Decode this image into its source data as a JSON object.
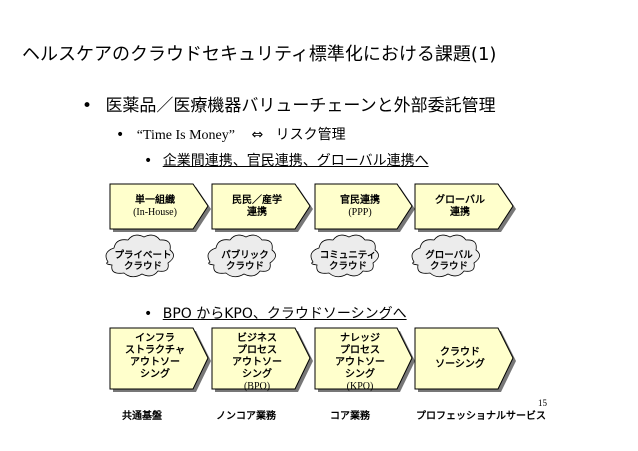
{
  "slide": {
    "title": "ヘルスケアのクラウドセキュリティ標準化における課題(1)",
    "bullet1": "医薬品／医療機器バリューチェーンと外部委託管理",
    "bullet2_en": "“Time Is Money”",
    "bullet2_arrow": "⇔",
    "bullet2_jp": "リスク管理",
    "bullet3": "企業間連携、官民連携、グローバル連携へ",
    "bullet4": "BPO からKPO、クラウドソーシングへ",
    "bullet_dot": "•",
    "slide_number": "15"
  },
  "row1": {
    "boxes": [
      {
        "line1": "単一組織",
        "line2": "(In-House)"
      },
      {
        "line1": "民民／産学",
        "line2": "連携"
      },
      {
        "line1": "官民連携",
        "line2": "(PPP)"
      },
      {
        "line1": "グローバル",
        "line2": "連携"
      }
    ],
    "clouds": [
      {
        "line1": "プライベート",
        "line2": "クラウド"
      },
      {
        "line1": "パブリック",
        "line2": "クラウド"
      },
      {
        "line1": "コミュニティ",
        "line2": "クラウド"
      },
      {
        "line1": "グローバル",
        "line2": "クラウド"
      }
    ]
  },
  "row2": {
    "boxes": [
      {
        "line1": "インフラ",
        "line2": "ストラクチャ",
        "line3": "アウトソー",
        "line4": "シング",
        "line5": ""
      },
      {
        "line1": "ビジネス",
        "line2": "プロセス",
        "line3": "アウトソー",
        "line4": "シング",
        "line5": "(BPO)"
      },
      {
        "line1": "ナレッジ",
        "line2": "プロセス",
        "line3": "アウトソー",
        "line4": "シング",
        "line5": "(KPO)"
      },
      {
        "line1": "クラウド",
        "line2": "ソーシング",
        "line3": "",
        "line4": "",
        "line5": ""
      }
    ],
    "labels": [
      "共通基盤",
      "ノンコア業務",
      "コア業務",
      "プロフェッショナルサービス"
    ]
  }
}
